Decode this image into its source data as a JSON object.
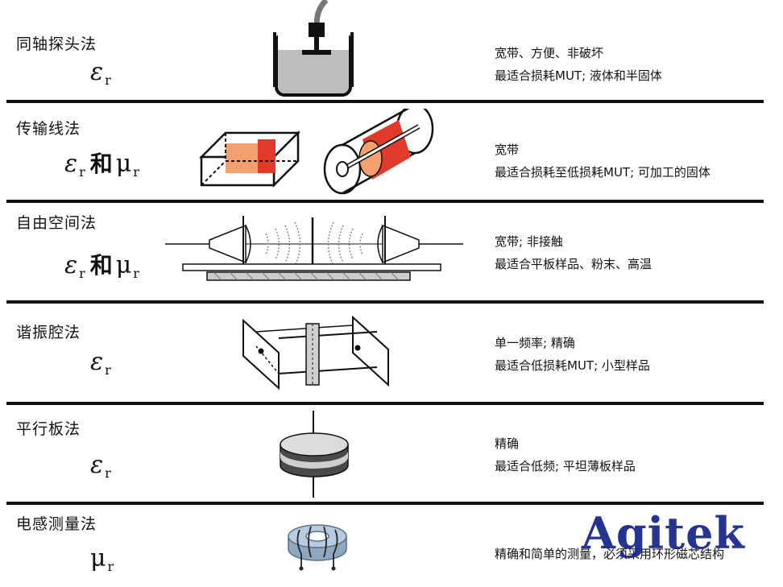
{
  "colors": {
    "line": "#111111",
    "logo": "#1b2a8c",
    "sample_red": "#e23a2a",
    "sample_orange": "#f2a070"
  },
  "methods": [
    {
      "name": "同轴探头法",
      "sym1": "ε",
      "sub1": "r",
      "and": "",
      "sym2": "",
      "sub2": "",
      "desc1": "宽带、方便、非破坏",
      "desc2": "最适合损耗MUT; 液体和半固体",
      "icon": "coaxial-probe-icon"
    },
    {
      "name": "传输线法",
      "sym1": "ε",
      "sub1": "r",
      "and": "和",
      "sym2": "μ",
      "sub2": "r",
      "desc1": "宽带",
      "desc2": "最适合损耗至低损耗MUT; 可加工的固体",
      "icon": "transmission-line-icon"
    },
    {
      "name": "自由空间法",
      "sym1": "ε",
      "sub1": "r",
      "and": "和",
      "sym2": "μ",
      "sub2": "r",
      "desc1": "宽带; 非接触",
      "desc2": "最适合平板样品、粉末、高温",
      "icon": "free-space-icon"
    },
    {
      "name": "谐振腔法",
      "sym1": "ε",
      "sub1": "r",
      "and": "",
      "sym2": "",
      "sub2": "",
      "desc1": "单一频率; 精确",
      "desc2": "最适合低损耗MUT; 小型样品",
      "icon": "resonant-cavity-icon"
    },
    {
      "name": "平行板法",
      "sym1": "ε",
      "sub1": "r",
      "and": "",
      "sym2": "",
      "sub2": "",
      "desc1": "精确",
      "desc2": "最适合低频; 平坦薄板样品",
      "icon": "parallel-plate-icon"
    },
    {
      "name": "电感测量法",
      "sym1": "μ",
      "sub1": "r",
      "and": "",
      "sym2": "",
      "sub2": "",
      "desc1": "精确和简单的测量，必须采用环形磁芯结构",
      "desc2": "",
      "icon": "toroid-inductor-icon"
    }
  ],
  "logo": {
    "text": "Agitek"
  }
}
